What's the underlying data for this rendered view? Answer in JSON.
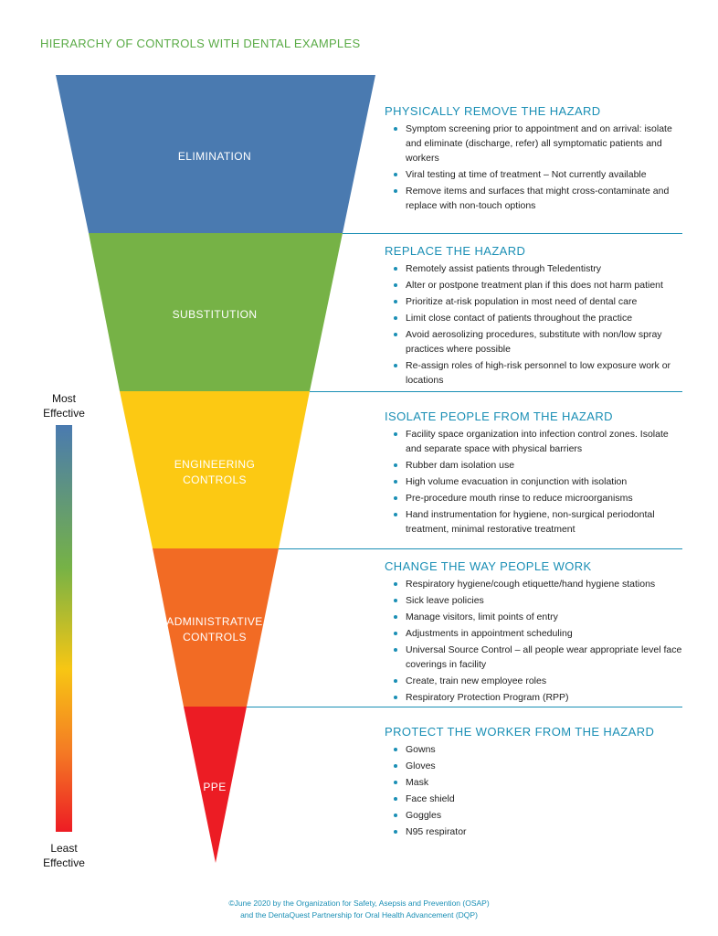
{
  "title": "HIERARCHY OF CONTROLS WITH DENTAL EXAMPLES",
  "colors": {
    "elimination": "#4a7ab0",
    "substitution": "#76b246",
    "engineering": "#fcc913",
    "administrative": "#f26b24",
    "ppe": "#ec1c24",
    "accent": "#1a8fb5",
    "title": "#5aab46"
  },
  "levels": [
    {
      "label": "ELIMINATION",
      "heading": "PHYSICALLY REMOVE THE HAZARD",
      "items": [
        "Symptom screening prior to appointment and on arrival: isolate and eliminate (discharge, refer) all symptomatic patients and workers",
        "Viral testing at time of treatment – Not currently available",
        "Remove items and surfaces that might cross-contaminate and replace with non-touch options"
      ]
    },
    {
      "label": "SUBSTITUTION",
      "heading": "REPLACE THE HAZARD",
      "items": [
        "Remotely assist patients through Teledentistry",
        "Alter or postpone treatment plan if this does not harm patient",
        "Prioritize at-risk population in most need of dental care",
        "Limit close contact of patients throughout the practice",
        "Avoid aerosolizing procedures, substitute with non/low spray practices where possible",
        "Re-assign roles of high-risk personnel to low exposure work or locations"
      ]
    },
    {
      "label_line1": "ENGINEERING",
      "label_line2": "CONTROLS",
      "heading": "ISOLATE PEOPLE FROM THE HAZARD",
      "items": [
        "Facility space organization into infection control zones. Isolate and separate space with physical barriers",
        "Rubber dam isolation use",
        "High volume evacuation in conjunction with isolation",
        "Pre-procedure mouth rinse to reduce microorganisms",
        "Hand instrumentation for hygiene, non-surgical periodontal treatment, minimal restorative treatment"
      ]
    },
    {
      "label_line1": "ADMINISTRATIVE",
      "label_line2": "CONTROLS",
      "heading": "CHANGE THE WAY PEOPLE WORK",
      "items": [
        "Respiratory hygiene/cough etiquette/hand hygiene stations",
        "Sick leave policies",
        "Manage visitors, limit points of entry",
        "Adjustments in appointment scheduling",
        "Universal Source Control – all people wear appropriate level face coverings in facility",
        "Create, train new employee roles",
        "Respiratory Protection Program (RPP)"
      ]
    },
    {
      "label": "PPE",
      "heading": "PROTECT THE WORKER FROM THE HAZARD",
      "items": [
        "Gowns",
        "Gloves",
        "Mask",
        "Face shield",
        "Goggles",
        "N95 respirator"
      ]
    }
  ],
  "scale": {
    "top_line1": "Most",
    "top_line2": "Effective",
    "bottom_line1": "Least",
    "bottom_line2": "Effective"
  },
  "footer": {
    "line1": "©June 2020 by the Organization for Safety, Asepsis and Prevention (OSAP)",
    "line2": "and the DentaQuest Partnership for Oral Health Advancement (DQP)"
  }
}
